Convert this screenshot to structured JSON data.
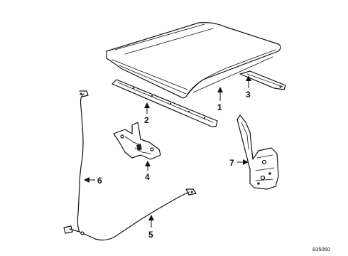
{
  "callouts": {
    "c1": "1",
    "c2": "2",
    "c3": "3",
    "c4": "4",
    "c5": "5",
    "c6": "6",
    "c7": "7"
  },
  "reference_number": "835060"
}
